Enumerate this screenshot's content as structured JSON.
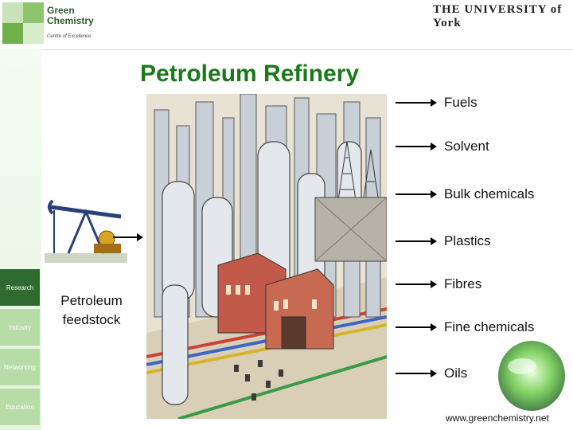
{
  "header": {
    "logo_title": "Green Chemistry",
    "logo_subtitle": "Centre of Excellence",
    "university": "THE UNIVERSITY of York"
  },
  "sidebar": {
    "items": [
      {
        "label": "Research"
      },
      {
        "label": "Industry"
      },
      {
        "label": "Networking"
      },
      {
        "label": "Education"
      }
    ]
  },
  "slide": {
    "title": "Petroleum Refinery",
    "feedstock_line1": "Petroleum",
    "feedstock_line2": "feedstock",
    "outputs": [
      "Fuels",
      "Solvent",
      "Bulk chemicals",
      "Plastics",
      "Fibres",
      "Fine chemicals",
      "Oils"
    ],
    "website": "www.greenchemistry.net"
  },
  "colors": {
    "title_green": "#1a7a1a",
    "sidebar_active": "#2f6a30",
    "sidebar_tab": "#b8dca8"
  }
}
